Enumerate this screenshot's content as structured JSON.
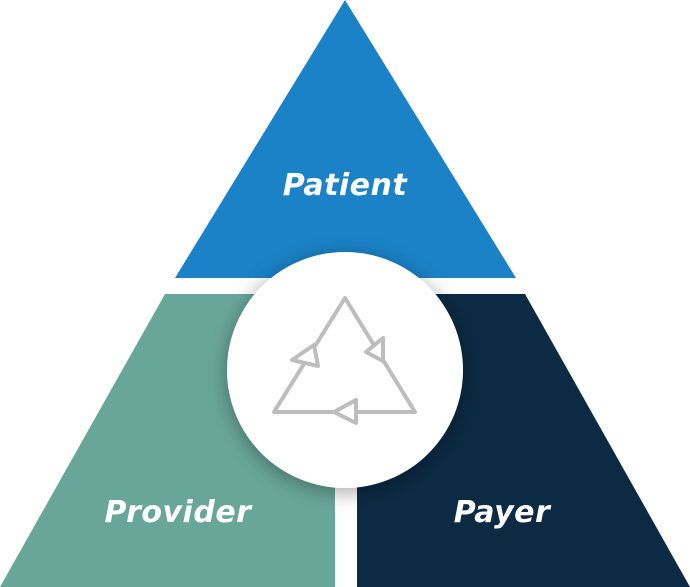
{
  "diagram": {
    "segments": {
      "top": {
        "label": "Patient",
        "color": "#1b82c7"
      },
      "left": {
        "label": "Provider",
        "color": "#69a69a"
      },
      "right": {
        "label": "Payer",
        "color": "#0c2a44"
      }
    },
    "label_color": "#ffffff",
    "center": {
      "icon": "recycle-cycle-icon",
      "circle_color": "#ffffff",
      "icon_color": "#bdbdbd"
    }
  }
}
